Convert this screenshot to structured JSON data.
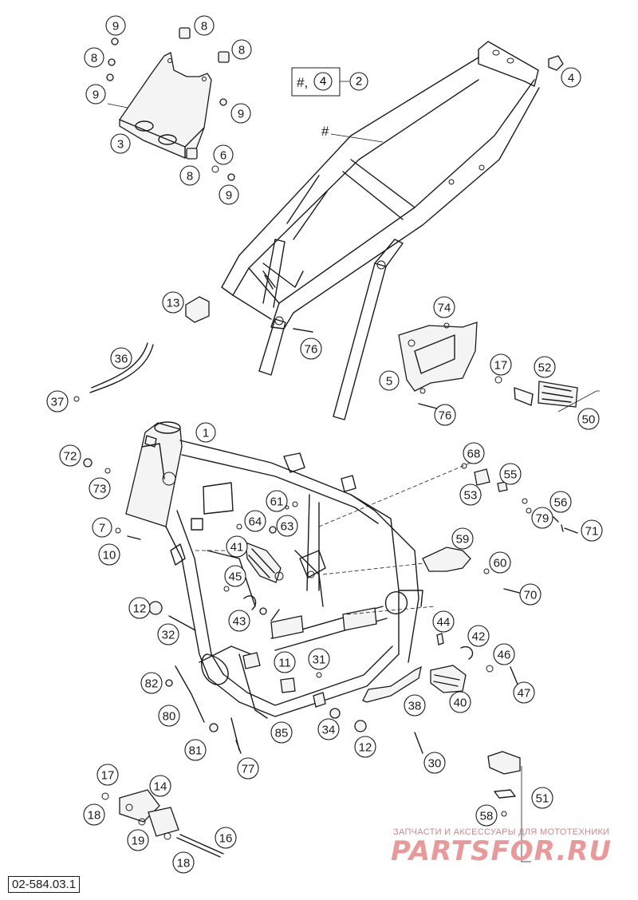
{
  "diagram_code": "02-584.03.1",
  "kit_box": {
    "hash": "#,",
    "inner": "4",
    "outer": "2"
  },
  "hash_marker": "#",
  "watermark": {
    "tagline": "ЗАПЧАСТИ И АКСЕССУАРЫ ДЛЯ МОТОТЕХНИКИ",
    "brand": "PARTSFOR.RU"
  },
  "callouts": [
    {
      "id": "c9a",
      "n": "9"
    },
    {
      "id": "c8a",
      "n": "8"
    },
    {
      "id": "c8b",
      "n": "8"
    },
    {
      "id": "c8c",
      "n": "8"
    },
    {
      "id": "c9b",
      "n": "9"
    },
    {
      "id": "c9c",
      "n": "9"
    },
    {
      "id": "c3",
      "n": "3"
    },
    {
      "id": "c8d",
      "n": "8"
    },
    {
      "id": "c6",
      "n": "6"
    },
    {
      "id": "c9d",
      "n": "9"
    },
    {
      "id": "c4",
      "n": "4"
    },
    {
      "id": "c13",
      "n": "13"
    },
    {
      "id": "c76a",
      "n": "76"
    },
    {
      "id": "c74",
      "n": "74"
    },
    {
      "id": "c5",
      "n": "5"
    },
    {
      "id": "c76b",
      "n": "76"
    },
    {
      "id": "c17a",
      "n": "17"
    },
    {
      "id": "c52",
      "n": "52"
    },
    {
      "id": "c50",
      "n": "50"
    },
    {
      "id": "c36",
      "n": "36"
    },
    {
      "id": "c37",
      "n": "37"
    },
    {
      "id": "c1",
      "n": "1"
    },
    {
      "id": "c72",
      "n": "72"
    },
    {
      "id": "c73",
      "n": "73"
    },
    {
      "id": "c68",
      "n": "68"
    },
    {
      "id": "c55",
      "n": "55"
    },
    {
      "id": "c53",
      "n": "53"
    },
    {
      "id": "c56",
      "n": "56"
    },
    {
      "id": "c79",
      "n": "79"
    },
    {
      "id": "c71",
      "n": "71"
    },
    {
      "id": "c7",
      "n": "7"
    },
    {
      "id": "c10",
      "n": "10"
    },
    {
      "id": "c61",
      "n": "61"
    },
    {
      "id": "c64",
      "n": "64"
    },
    {
      "id": "c63",
      "n": "63"
    },
    {
      "id": "c41",
      "n": "41"
    },
    {
      "id": "c59",
      "n": "59"
    },
    {
      "id": "c60",
      "n": "60"
    },
    {
      "id": "c70",
      "n": "70"
    },
    {
      "id": "c45",
      "n": "45"
    },
    {
      "id": "c43",
      "n": "43"
    },
    {
      "id": "c12a",
      "n": "12"
    },
    {
      "id": "c32",
      "n": "32"
    },
    {
      "id": "c44",
      "n": "44"
    },
    {
      "id": "c42",
      "n": "42"
    },
    {
      "id": "c46",
      "n": "46"
    },
    {
      "id": "c47",
      "n": "47"
    },
    {
      "id": "c11",
      "n": "11"
    },
    {
      "id": "c31",
      "n": "31"
    },
    {
      "id": "c82",
      "n": "82"
    },
    {
      "id": "c38",
      "n": "38"
    },
    {
      "id": "c40",
      "n": "40"
    },
    {
      "id": "c80",
      "n": "80"
    },
    {
      "id": "c85",
      "n": "85"
    },
    {
      "id": "c34",
      "n": "34"
    },
    {
      "id": "c12b",
      "n": "12"
    },
    {
      "id": "c81",
      "n": "81"
    },
    {
      "id": "c30",
      "n": "30"
    },
    {
      "id": "c77",
      "n": "77"
    },
    {
      "id": "c17b",
      "n": "17"
    },
    {
      "id": "c14",
      "n": "14"
    },
    {
      "id": "c18a",
      "n": "18"
    },
    {
      "id": "c51",
      "n": "51"
    },
    {
      "id": "c19",
      "n": "19"
    },
    {
      "id": "c58",
      "n": "58"
    },
    {
      "id": "c16",
      "n": "16"
    },
    {
      "id": "c18b",
      "n": "18"
    }
  ]
}
